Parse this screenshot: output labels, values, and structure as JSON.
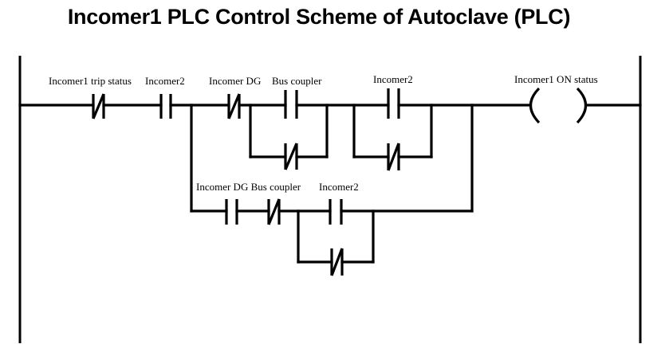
{
  "title": "Incomer1 PLC Control Scheme of Autoclave (PLC)",
  "diagram": {
    "type": "ladder-logic",
    "rungs": [
      {
        "elements": [
          {
            "id": "c1",
            "kind": "NC",
            "label": "Incomer1 trip status"
          },
          {
            "id": "c2",
            "kind": "NO",
            "label": "Incomer2"
          },
          {
            "id": "c3",
            "kind": "NC",
            "label": "Incomer DG"
          },
          {
            "id": "c4",
            "kind": "NO",
            "label": "Bus coupler"
          },
          {
            "id": "c5",
            "kind": "NC",
            "label": ""
          },
          {
            "id": "c6",
            "kind": "NO",
            "label": "Incomer2"
          },
          {
            "id": "c7",
            "kind": "NC",
            "label": ""
          },
          {
            "id": "c8",
            "kind": "NO",
            "label": "Incomer DG"
          },
          {
            "id": "c9",
            "kind": "NC",
            "label": "Bus coupler"
          },
          {
            "id": "c10",
            "kind": "NO",
            "label": "Incomer2"
          },
          {
            "id": "c11",
            "kind": "NC",
            "label": ""
          },
          {
            "id": "coil1",
            "kind": "COIL",
            "label": "Incomer1 ON status"
          }
        ]
      }
    ],
    "labels": {
      "c1": "Incomer1 trip status",
      "c2": "Incomer2",
      "c3": "Incomer DG",
      "c4": "Bus coupler",
      "c6": "Incomer2",
      "c8_c9": "Incomer DG Bus coupler",
      "c10": "Incomer2",
      "coil1": "Incomer1 ON status"
    }
  }
}
